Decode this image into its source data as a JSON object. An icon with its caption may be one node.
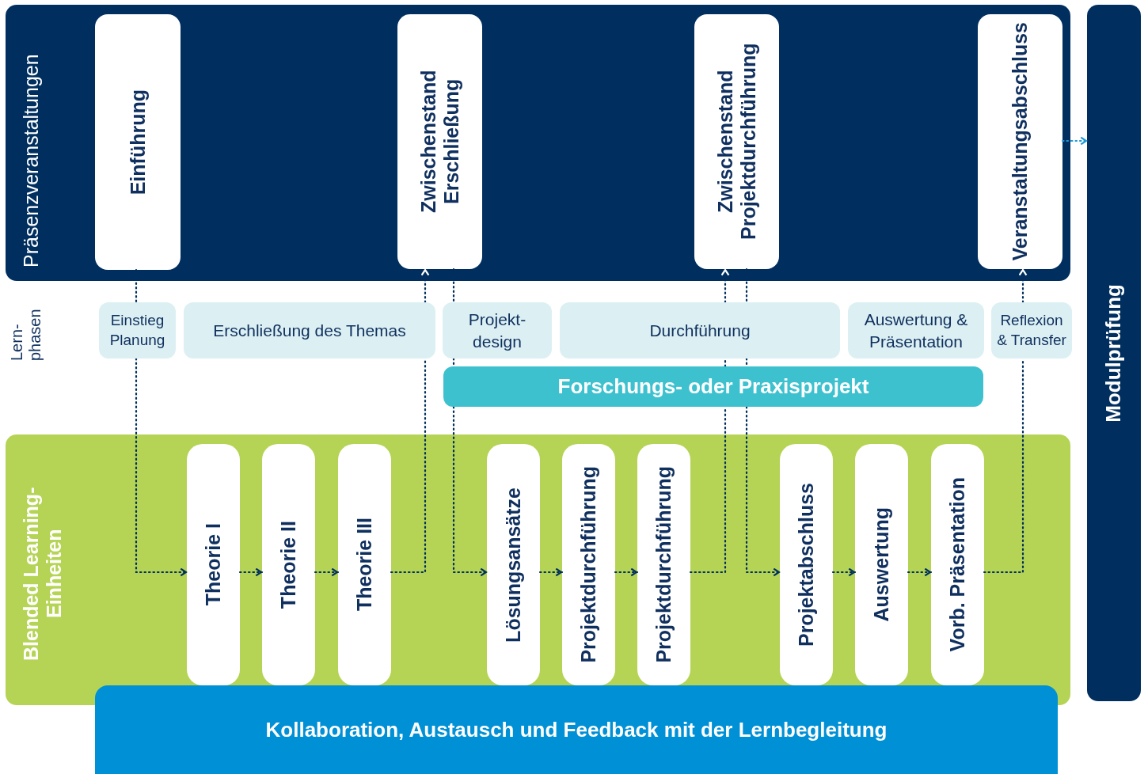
{
  "diagram": {
    "nodes": [
      {
        "text": [
          "Präsenzveranstaltungen"
        ]
      },
      {
        "text": [
          "Einführung"
        ],
        "in": 0
      },
      {
        "text": [
          "Zwischenstand Erschließung"
        ],
        "in": 0
      },
      {
        "text": [
          "Zwischenstand Projektdurchführung"
        ],
        "in": 0
      },
      {
        "text": [
          "Veranstaltungsabschluss"
        ],
        "in": 0
      },
      {
        "text": [
          "Modulprüfung"
        ]
      },
      {
        "text": [
          "Einstieg Planung"
        ]
      },
      {
        "text": [
          "Erschließung des Themas"
        ]
      },
      {
        "text": [
          "Projekt- design"
        ]
      },
      {
        "text": [
          "Durchführung"
        ]
      },
      {
        "text": [
          "Auswertung & Präsentation"
        ]
      },
      {
        "text": [
          "Reflexion & Transfer"
        ]
      },
      {
        "text": [
          "Forschungs- oder Praxisprojekt"
        ]
      },
      {
        "text": [
          "Blended Learning- Einheiten"
        ]
      },
      {
        "text": [
          "Theorie I"
        ],
        "in": 13
      },
      {
        "text": [
          "Theorie II"
        ],
        "in": 13
      },
      {
        "text": [
          "Theorie III"
        ],
        "in": 13
      },
      {
        "text": [
          "Lösungsansätze"
        ],
        "in": 13
      },
      {
        "text": [
          "Projektdurchführung"
        ],
        "in": 13
      },
      {
        "text": [
          "Projektdurchführung"
        ],
        "in": 13
      },
      {
        "text": [
          "Projektabschluss"
        ],
        "in": 13
      },
      {
        "text": [
          "Auswertung"
        ],
        "in": 13
      },
      {
        "text": [
          "Vorb. Präsentation"
        ],
        "in": 13
      },
      {
        "text": [
          "Kollaboration, Austausch und Feedback mit der Lernbegleitung"
        ]
      }
    ],
    "edges": [
      {
        "from": 1,
        "to": 6,
        "arrow": "none"
      },
      {
        "from": 6,
        "to": 14,
        "arrow": "to"
      },
      {
        "from": 14,
        "to": 15,
        "arrow": "to"
      },
      {
        "from": 15,
        "to": 16,
        "arrow": "to"
      },
      {
        "from": 16,
        "to": 7,
        "arrow": "none"
      },
      {
        "from": 7,
        "to": 2,
        "arrow": "to"
      },
      {
        "from": 2,
        "to": 8,
        "arrow": "none"
      },
      {
        "from": 8,
        "to": 12,
        "arrow": "none"
      },
      {
        "from": 12,
        "to": 17,
        "arrow": "to"
      },
      {
        "from": 17,
        "to": 18,
        "arrow": "to"
      },
      {
        "from": 18,
        "to": 19,
        "arrow": "to"
      },
      {
        "from": 19,
        "to": 12,
        "arrow": "none"
      },
      {
        "from": 12,
        "to": 9,
        "arrow": "none"
      },
      {
        "from": 9,
        "to": 3,
        "arrow": "to"
      },
      {
        "from": 3,
        "to": 9,
        "arrow": "none"
      },
      {
        "from": 9,
        "to": 12,
        "arrow": "none"
      },
      {
        "from": 12,
        "to": 20,
        "arrow": "to"
      },
      {
        "from": 20,
        "to": 21,
        "arrow": "to"
      },
      {
        "from": 21,
        "to": 22,
        "arrow": "to"
      },
      {
        "from": 22,
        "to": 11,
        "arrow": "none"
      },
      {
        "from": 11,
        "to": 4,
        "arrow": "to"
      },
      {
        "from": 4,
        "to": 5,
        "arrow": "to",
        "color": "#1e9ad6"
      }
    ],
    "labels": [
      "Lern- phasen"
    ]
  }
}
